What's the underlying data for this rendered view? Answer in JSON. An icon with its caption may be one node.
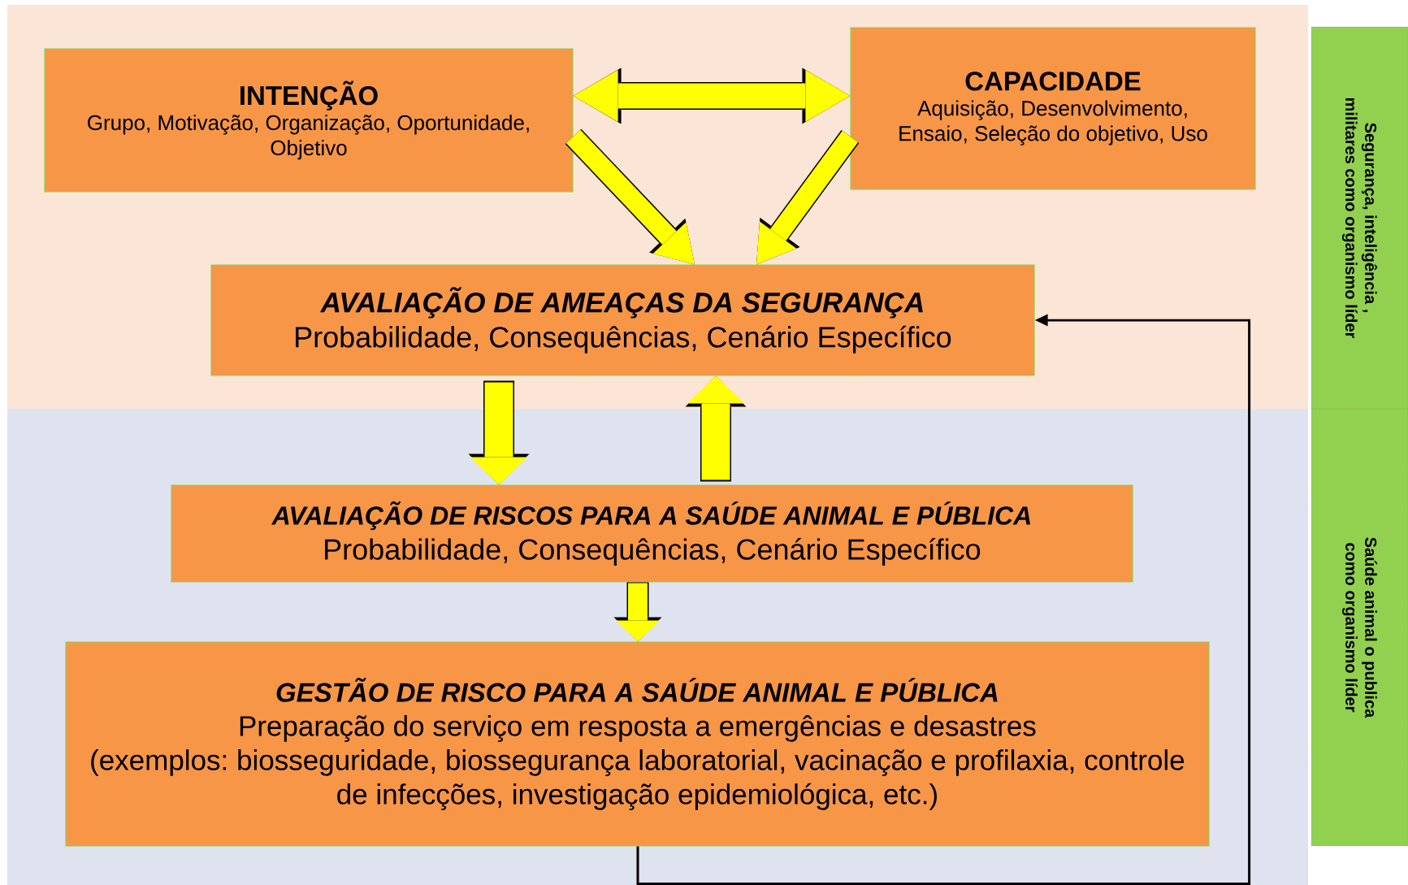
{
  "diagram": {
    "nodes": [
      {
        "text": [
          "INTENÇÃO",
          "Grupo, Motivação, Organização, Oportunidade, Objetivo"
        ]
      },
      {
        "text": [
          "CAPACIDADE",
          "Aquisição, Desenvolvimento, Ensaio, Seleção do objetivo, Uso"
        ]
      },
      {
        "text": [
          "AVALIAÇÃO DE AMEAÇAS DA SEGURANÇA",
          "Probabilidade, Consequências, Cenário Específico"
        ]
      },
      {
        "text": [
          "AVALIAÇÃO DE RISCOS PARA A SAÚDE ANIMAL E PÚBLICA",
          "Probabilidade, Consequências, Cenário Específico"
        ]
      },
      {
        "text": [
          "GESTÃO DE RISCO PARA A SAÚDE ANIMAL E PÚBLICA",
          "Preparação do serviço em resposta a emergências e desastres",
          "(exemplos: biosseguridade, biossegurança laboratorial, vacinação e profilaxia, controle de infecções, investigação epidemiológica, etc.)"
        ]
      },
      {
        "text": [
          "Segurança, inteligência , militares como organismo líder"
        ]
      },
      {
        "text": [
          "Saúde animal o publica como organismo líder"
        ]
      }
    ],
    "edges": [
      {
        "from": 0,
        "to": 1,
        "arrow": "both"
      },
      {
        "from": 0,
        "to": 2,
        "arrow": "to"
      },
      {
        "from": 1,
        "to": 2,
        "arrow": "to"
      },
      {
        "from": 2,
        "to": 3,
        "arrow": "to"
      },
      {
        "from": 3,
        "to": 2,
        "arrow": "to"
      },
      {
        "from": 3,
        "to": 4,
        "arrow": "to"
      },
      {
        "from": 4,
        "to": 2,
        "arrow": "to",
        "color": "#000000"
      }
    ]
  }
}
